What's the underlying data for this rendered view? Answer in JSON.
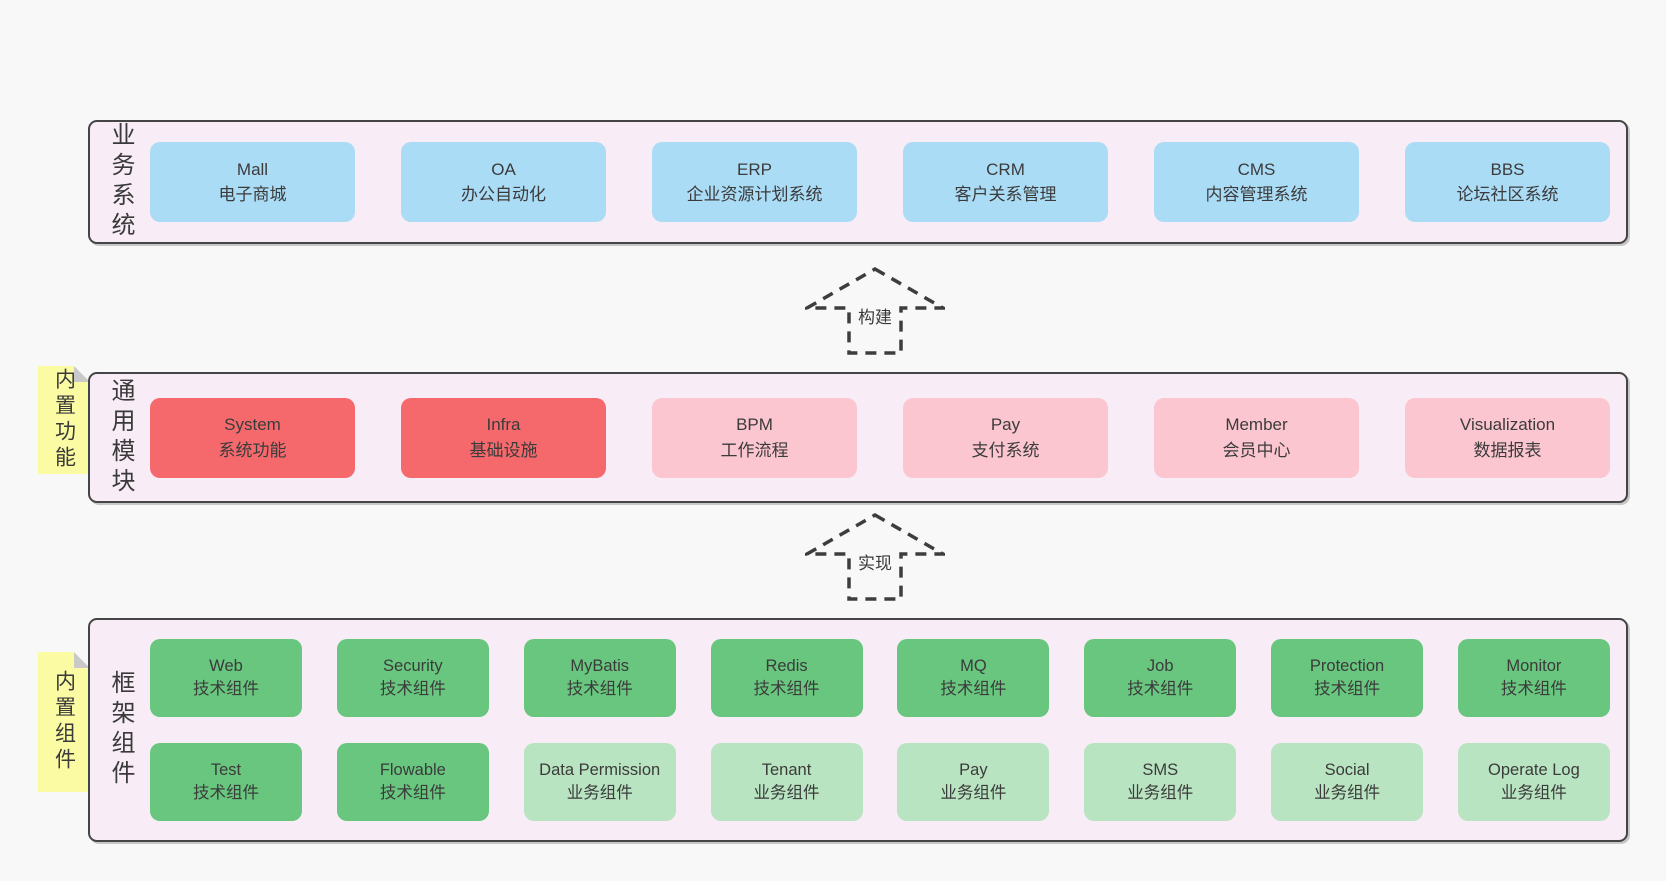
{
  "colors": {
    "page_bg": "#f8f8f8",
    "panel_bg": "#f8edf6",
    "panel_border": "#454545",
    "blue": "#abdcf6",
    "red": "#f5696d",
    "pink": "#fbc6d0",
    "green": "#68c67e",
    "light_green": "#b9e4c1",
    "yellow": "#fbfba3",
    "fold_gray": "#c9c9c9",
    "text": "#3b3b3b"
  },
  "layers": {
    "business": {
      "label": "业务系统",
      "boxes": [
        {
          "en": "Mall",
          "zh": "电子商城"
        },
        {
          "en": "OA",
          "zh": "办公自动化"
        },
        {
          "en": "ERP",
          "zh": "企业资源计划系统"
        },
        {
          "en": "CRM",
          "zh": "客户关系管理"
        },
        {
          "en": "CMS",
          "zh": "内容管理系统"
        },
        {
          "en": "BBS",
          "zh": "论坛社区系统"
        }
      ]
    },
    "modules": {
      "label": "通用模块",
      "sticky": "内置功能",
      "boxes": [
        {
          "en": "System",
          "zh": "系统功能"
        },
        {
          "en": "Infra",
          "zh": "基础设施"
        },
        {
          "en": "BPM",
          "zh": "工作流程"
        },
        {
          "en": "Pay",
          "zh": "支付系统"
        },
        {
          "en": "Member",
          "zh": "会员中心"
        },
        {
          "en": "Visualization",
          "zh": "数据报表"
        }
      ]
    },
    "framework": {
      "label": "框架组件",
      "sticky": "内置组件",
      "row1": [
        {
          "en": "Web",
          "zh": "技术组件"
        },
        {
          "en": "Security",
          "zh": "技术组件"
        },
        {
          "en": "MyBatis",
          "zh": "技术组件"
        },
        {
          "en": "Redis",
          "zh": "技术组件"
        },
        {
          "en": "MQ",
          "zh": "技术组件"
        },
        {
          "en": "Job",
          "zh": "技术组件"
        },
        {
          "en": "Protection",
          "zh": "技术组件"
        },
        {
          "en": "Monitor",
          "zh": "技术组件"
        }
      ],
      "row2": [
        {
          "en": "Test",
          "zh": "技术组件"
        },
        {
          "en": "Flowable",
          "zh": "技术组件"
        },
        {
          "en": "Data Permission",
          "zh": "业务组件"
        },
        {
          "en": "Tenant",
          "zh": "业务组件"
        },
        {
          "en": "Pay",
          "zh": "业务组件"
        },
        {
          "en": "SMS",
          "zh": "业务组件"
        },
        {
          "en": "Social",
          "zh": "业务组件"
        },
        {
          "en": "Operate Log",
          "zh": "业务组件"
        }
      ]
    }
  },
  "arrows": [
    {
      "label": "构建"
    },
    {
      "label": "实现"
    }
  ]
}
